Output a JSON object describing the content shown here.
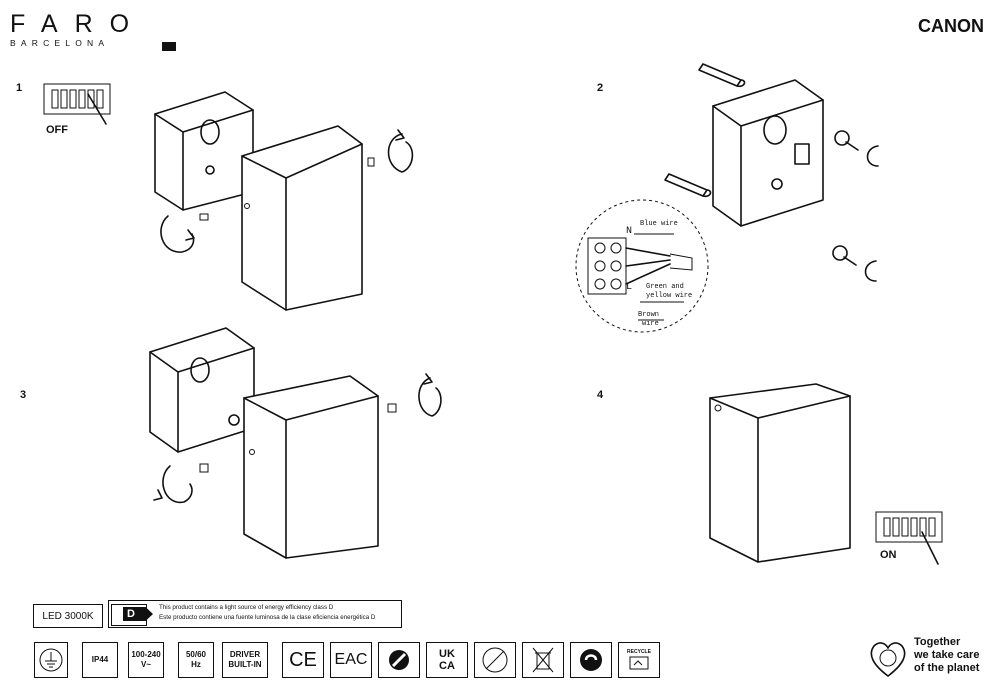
{
  "brand": {
    "name": "FARO",
    "sub": "BARCELONA"
  },
  "model": "CANON",
  "steps": [
    {
      "num": "1",
      "switch_label": "OFF"
    },
    {
      "num": "2"
    },
    {
      "num": "3"
    },
    {
      "num": "4",
      "switch_label": "ON"
    }
  ],
  "wiring": {
    "n": "N",
    "l": "L",
    "blue": "Blue wire",
    "green": "Green and",
    "green2": "yellow wire",
    "brown": "Brown",
    "brown2": "wire"
  },
  "led_label": "LED 3000K",
  "energy": {
    "class": "D",
    "text_en": "This product contains a light source of energy efficiency class D",
    "text_es": "Este producto contiene una fuente luminosa de la clase eficiencia energética D"
  },
  "specs": [
    {
      "name": "ip",
      "line1": "IP44",
      "line2": ""
    },
    {
      "name": "voltage",
      "line1": "100-240",
      "line2": "V~"
    },
    {
      "name": "frequency",
      "line1": "50/60",
      "line2": "Hz"
    },
    {
      "name": "driver",
      "line1": "DRIVER",
      "line2": "BUILT-IN"
    }
  ],
  "marks": {
    "ce": "CE",
    "eac": "EAC",
    "ukca1": "UK",
    "ukca2": "CA",
    "recycle": "RECYCLE"
  },
  "care": {
    "l1": "Together",
    "l2": "we take care",
    "l3": "of the planet"
  }
}
